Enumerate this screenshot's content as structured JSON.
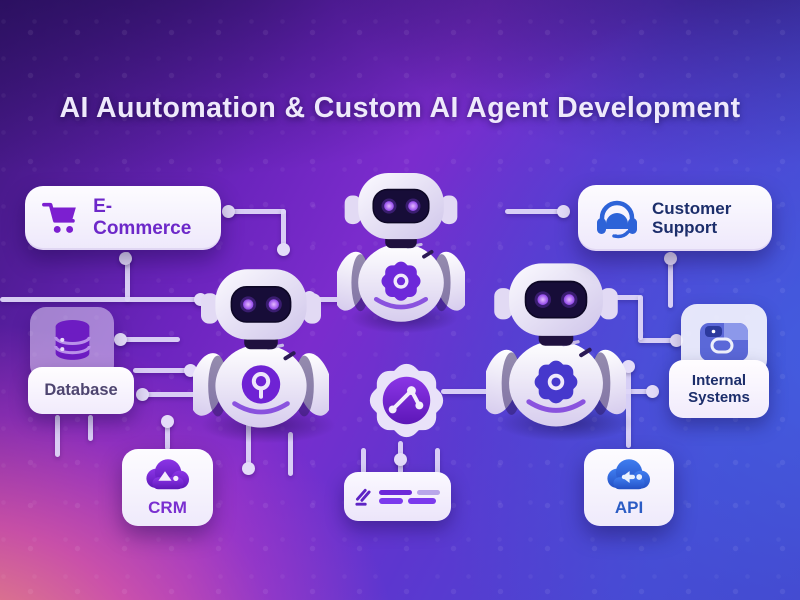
{
  "title": "AI Auutomation & Custom AI Agent Development",
  "cards": {
    "ecommerce": {
      "label": "E-Commerce",
      "icon": "shopping-cart-icon"
    },
    "customer_support": {
      "label": "Customer Support",
      "icon": "headset-icon"
    },
    "database": {
      "label": "Database",
      "icon": "database-icon"
    },
    "internal_systems": {
      "label": "Internal Systems",
      "icon": "storage-box-icon"
    },
    "crm": {
      "label": "CRM",
      "icon": "cloud-crm-icon"
    },
    "api": {
      "label": "API",
      "icon": "cloud-api-icon"
    }
  },
  "colors": {
    "accent_purple": "#7c22cc",
    "accent_blue": "#2d63d8",
    "navy_text": "#1c2e6b",
    "purple_text": "#6d28c9",
    "connector": "#ded6f8",
    "bg_top": "#2b1467",
    "bg_pink": "#e060a0",
    "bg_blue": "#4646cf"
  }
}
